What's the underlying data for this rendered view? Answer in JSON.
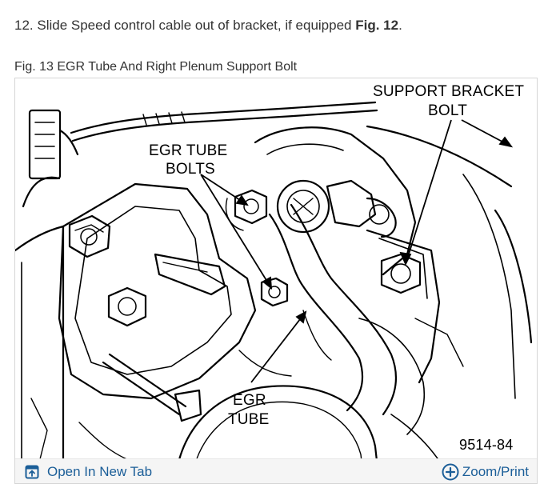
{
  "step": {
    "text": "12. Slide Speed control cable out of bracket, if equipped ",
    "ref": "Fig. 12",
    "end": "."
  },
  "figure": {
    "caption": "Fig. 13 EGR Tube And Right Plenum Support Bolt",
    "labels": {
      "support_bracket_line1": "SUPPORT BRACKET",
      "support_bracket_line2": "BOLT",
      "egr_tube_bolts_line1": "EGR TUBE",
      "egr_tube_bolts_line2": "BOLTS",
      "egr_tube_line1": "EGR",
      "egr_tube_line2": "TUBE",
      "part_number": "9514-84"
    }
  },
  "toolbar": {
    "open_new_tab": "Open In New Tab",
    "zoom_print": "Zoom/Print",
    "open_icon": "open-in-new-tab-icon",
    "zoom_icon": "plus-circle-icon",
    "link_color": "#1b5e98"
  }
}
